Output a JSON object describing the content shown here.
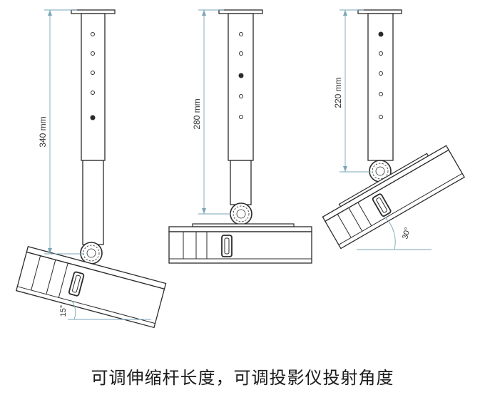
{
  "mounts": [
    {
      "id": "mount-340",
      "length_label": "340 mm",
      "length_mm": 340,
      "tilt_label": "15°",
      "tilt_deg": 15
    },
    {
      "id": "mount-280",
      "length_label": "280 mm",
      "length_mm": 280,
      "tilt_label": "",
      "tilt_deg": 0
    },
    {
      "id": "mount-220",
      "length_label": "220 mm",
      "length_mm": 220,
      "tilt_label": "30°",
      "tilt_deg": 30
    }
  ],
  "caption": "可调伸缩杆长度，可调投影仪投射角度",
  "colors": {
    "line": "#2b2b2b",
    "dimension": "#7aa6b8",
    "background": "#ffffff"
  }
}
